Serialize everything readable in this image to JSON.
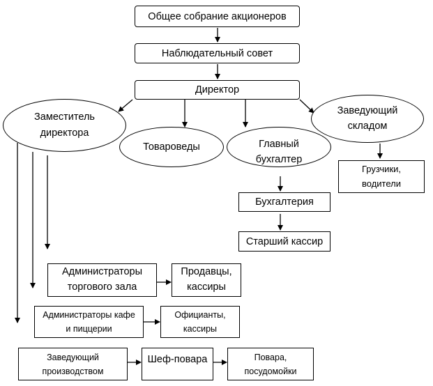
{
  "nodes": {
    "general_meeting": "Общее собрание акционеров",
    "supervisory_board": "Наблюдательный совет",
    "director": "Директор",
    "deputy_director": "Заместитель\nдиректора",
    "merchandisers": "Товароведы",
    "chief_accountant": "Главный\nбухгалтер",
    "warehouse_manager": "Заведующий\nскладом",
    "loaders_drivers": "Грузчики,\nводители",
    "accounting": "Бухгалтерия",
    "senior_cashier": "Старший кассир",
    "hall_admins": "Администраторы\nторгового зала",
    "sellers_cashiers": "Продавцы,\nкассиры",
    "cafe_admins": "Администраторы кафе\nи пиццерии",
    "waiters_cashiers": "Официанты,\nкассиры",
    "production_head": "Заведующий\nпроизводством",
    "chef": "Шеф-повара",
    "cooks_dishwashers": "Повара,\nпосудомойки"
  }
}
